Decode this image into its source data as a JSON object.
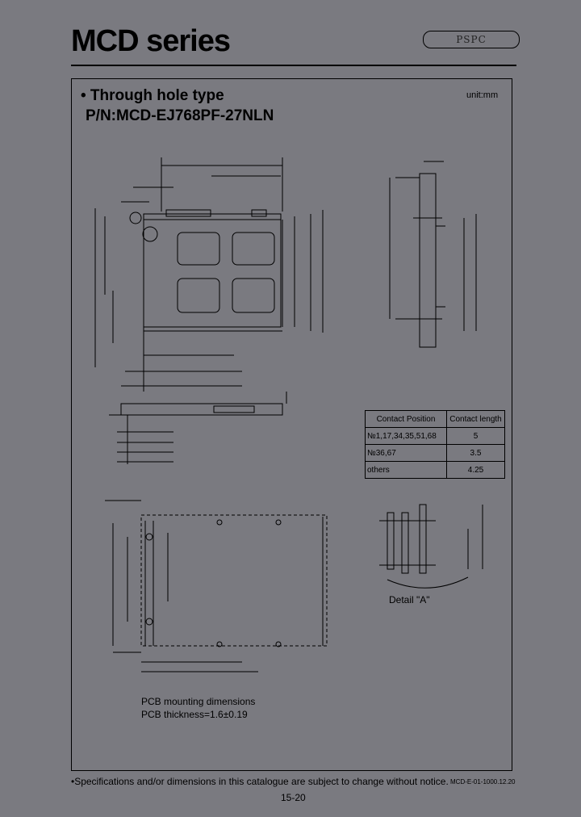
{
  "header": {
    "title": "MCD series",
    "logo_text": "PSPC"
  },
  "section": {
    "heading_line1": "• Through hole type",
    "heading_line2": "P/N:MCD-EJ768PF-27NLN",
    "unit": "unit:mm"
  },
  "contact_table": {
    "headers": [
      "Contact Position",
      "Contact length"
    ],
    "rows": [
      [
        "№1,17,34,35,51,68",
        "5"
      ],
      [
        "№36,67",
        "3.5"
      ],
      [
        "others",
        "4.25"
      ]
    ]
  },
  "detail": {
    "label": "Detail \"A\""
  },
  "pcb": {
    "line1": "PCB mounting dimensions",
    "line2": "PCB thickness=1.6±0.19"
  },
  "footer": {
    "note": "•Specifications and/or dimensions in this catalogue are subject to change without notice.",
    "doc_ref": "MCD-E-01-1000.12.20",
    "page": "15-20"
  }
}
